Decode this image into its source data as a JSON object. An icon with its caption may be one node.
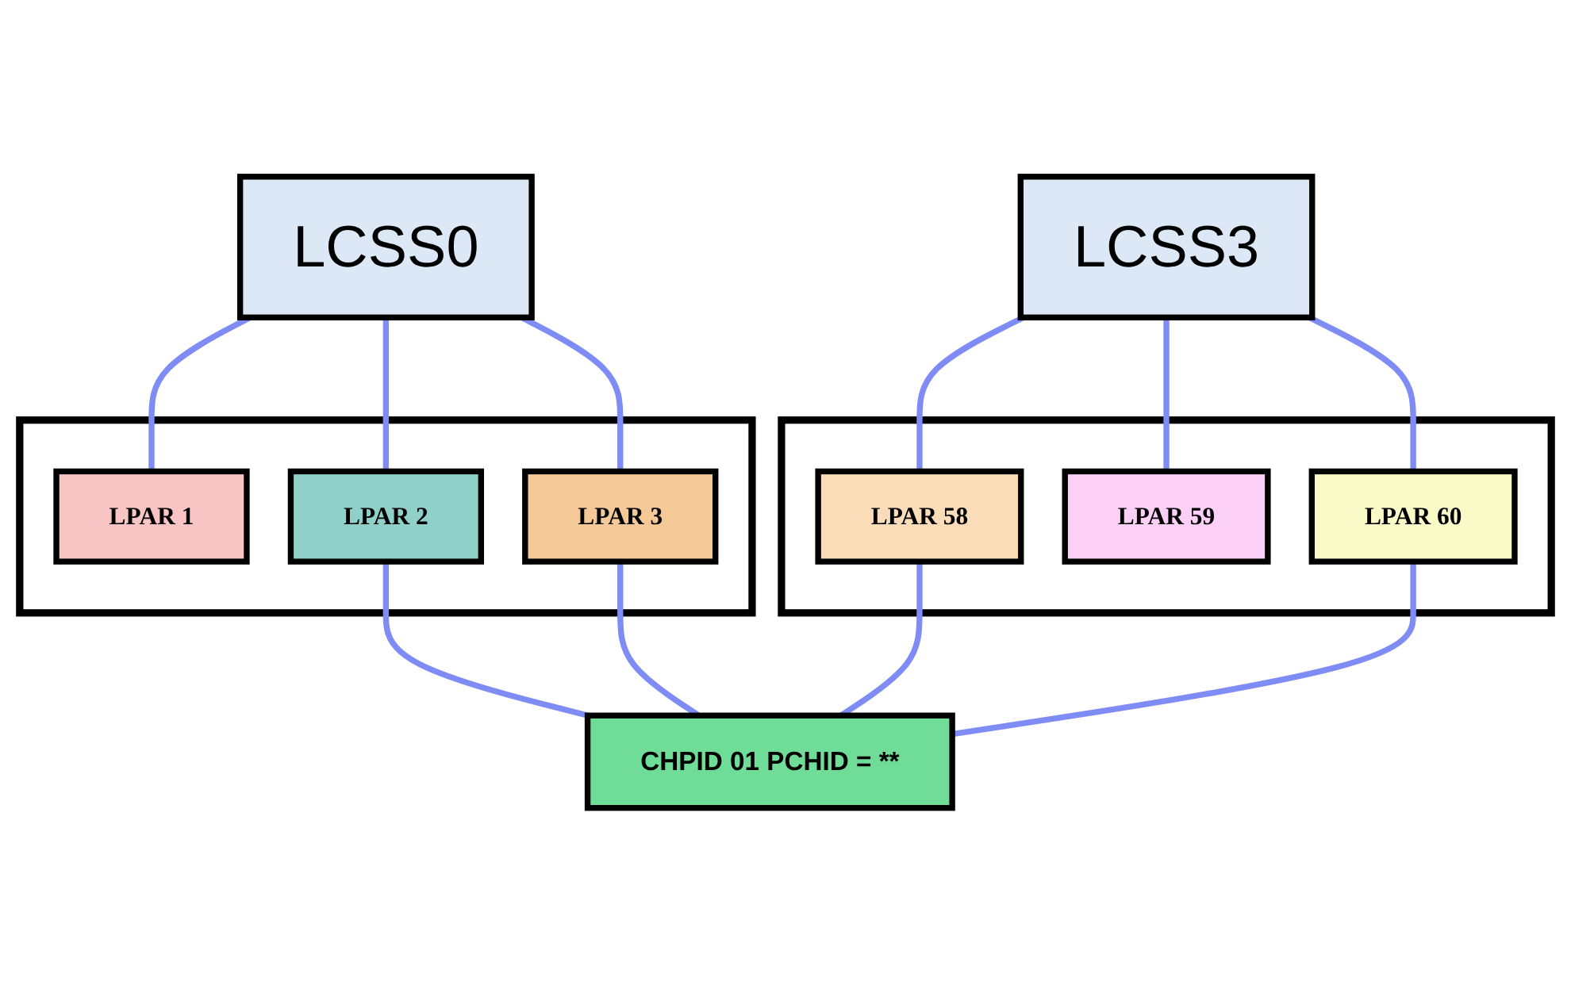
{
  "diagram": {
    "nodes": [
      {
        "text": [
          "LCSS0"
        ]
      },
      {
        "text": [
          "LCSS3"
        ]
      },
      {
        "text": [],
        "shape": "bar"
      },
      {
        "text": [
          "LPAR 1"
        ],
        "in": 2
      },
      {
        "text": [
          "LPAR 2"
        ],
        "in": 2
      },
      {
        "text": [
          "LPAR 3"
        ],
        "in": 2
      },
      {
        "text": [],
        "shape": "bar"
      },
      {
        "text": [
          "LPAR 58"
        ],
        "in": 6
      },
      {
        "text": [
          "LPAR 59"
        ],
        "in": 6
      },
      {
        "text": [
          "LPAR 60"
        ],
        "in": 6
      },
      {
        "text": [
          "CHPID 01 PCHID = **"
        ]
      }
    ],
    "edges": [
      {
        "from": 0,
        "to": 3,
        "arrow": "none"
      },
      {
        "from": 0,
        "to": 4,
        "arrow": "none"
      },
      {
        "from": 0,
        "to": 5,
        "arrow": "none"
      },
      {
        "from": 1,
        "to": 7,
        "arrow": "none"
      },
      {
        "from": 1,
        "to": 8,
        "arrow": "none"
      },
      {
        "from": 1,
        "to": 9,
        "arrow": "none"
      },
      {
        "from": 4,
        "to": 10,
        "arrow": "none"
      },
      {
        "from": 5,
        "to": 10,
        "arrow": "none"
      },
      {
        "from": 7,
        "to": 10,
        "arrow": "none"
      },
      {
        "from": 9,
        "to": 10,
        "arrow": "none"
      }
    ]
  }
}
